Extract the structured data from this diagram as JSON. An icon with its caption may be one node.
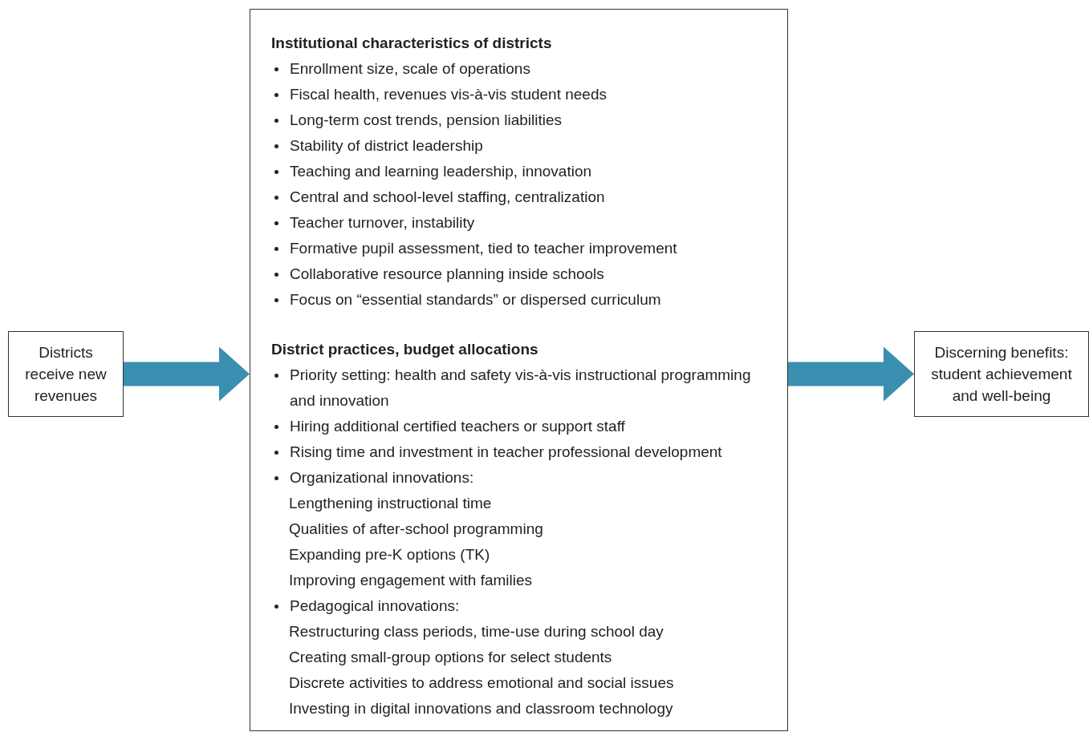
{
  "diagram": {
    "nodes": [
      {
        "text": [
          "Districts receive new revenues"
        ]
      },
      {
        "text": [
          "Institutional characteristics of districts",
          "Enrollment size, scale of operations",
          "Fiscal health, revenues vis-à-vis student needs",
          "Long-term cost trends, pension liabilities",
          "Stability of district leadership",
          "Teaching and learning leadership, innovation",
          "Central and school-level staffing, centralization",
          "Teacher turnover, instability",
          "Formative pupil assessment, tied to teacher improvement",
          "Collaborative resource planning inside schools",
          "Focus on “essential standards” or dispersed curriculum",
          "District practices, budget allocations",
          "Priority setting: health and safety vis-à-vis instructional programming and innovation",
          "Hiring additional certified teachers or support staff",
          "Rising time and investment in teacher professional development",
          "Organizational innovations:",
          "Lengthening instructional time",
          "Qualities of after-school programming",
          "Expanding pre-K options (TK)",
          "Improving engagement with families",
          "Pedagogical innovations:",
          "Restructuring class periods, time-use during school day",
          "Creating small-group options for select students",
          "Discrete activities to address emotional and social issues",
          "Investing in digital innovations and classroom technology"
        ]
      },
      {
        "text": [
          "Discerning benefits: student achievement and well-being"
        ]
      }
    ],
    "edges": [
      {
        "from": 0,
        "to": 1,
        "arrow": "to"
      },
      {
        "from": 1,
        "to": 2,
        "arrow": "to"
      }
    ]
  }
}
